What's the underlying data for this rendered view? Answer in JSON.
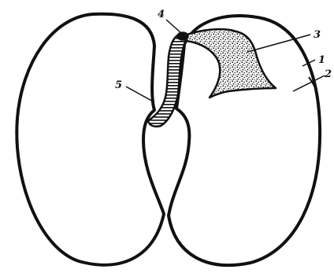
{
  "diagram": {
    "labels": {
      "cotyledon": "1",
      "seed_coat": "2",
      "plumule": "3",
      "radicle_tip": "4",
      "hypocotyl": "5"
    },
    "colors": {
      "outline": "#111111",
      "background": "#ffffff",
      "plumule_fill": "#b9b9b9"
    }
  }
}
